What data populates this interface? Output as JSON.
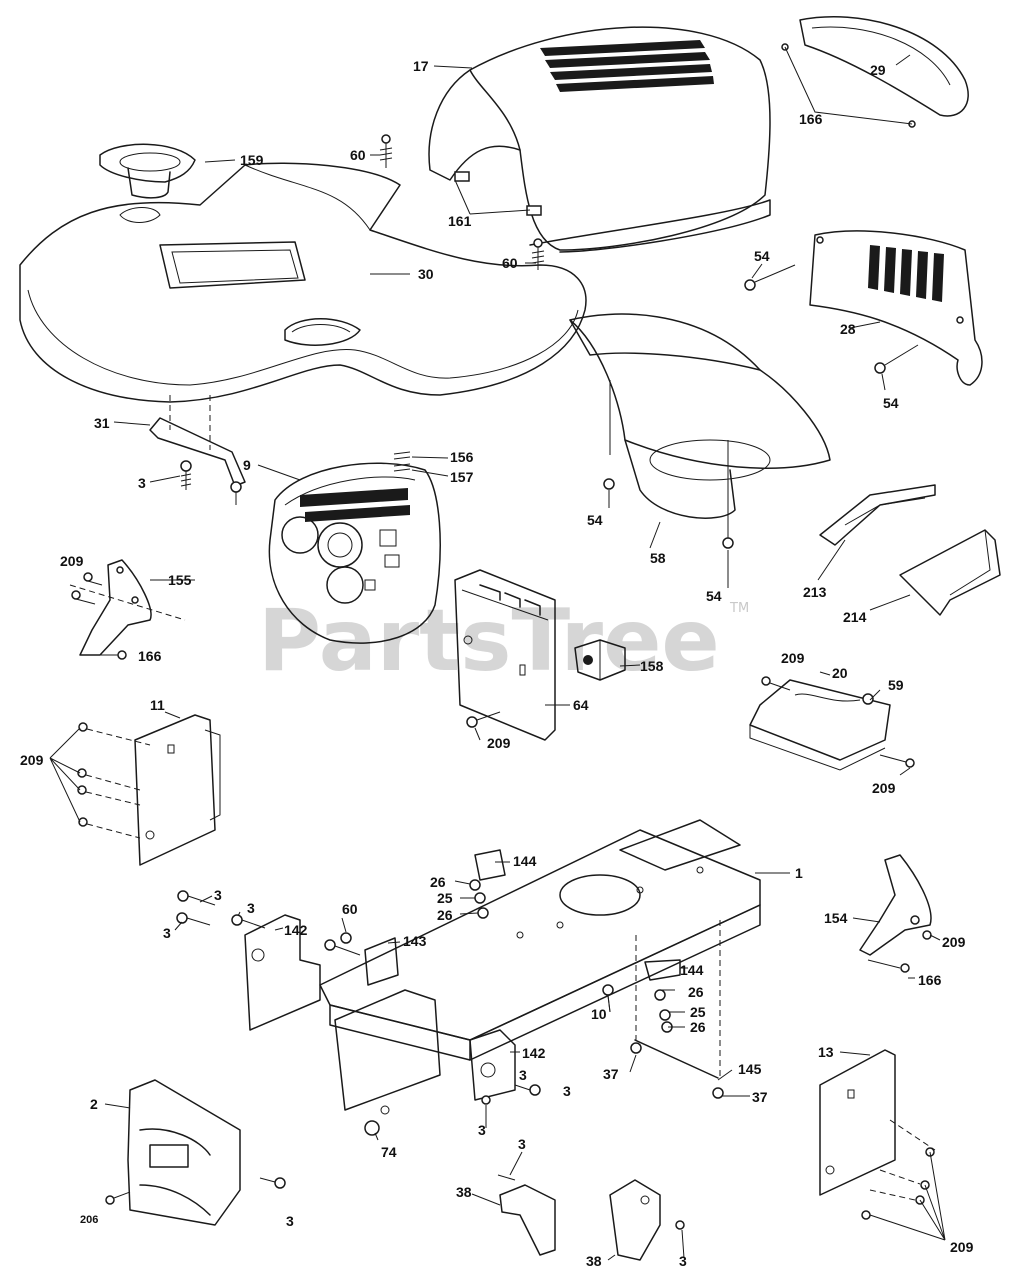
{
  "watermark": {
    "text": "PartsTree",
    "trademark": "TM"
  },
  "callouts": {
    "c17": "17",
    "c29": "29",
    "c166a": "166",
    "c159": "159",
    "c60a": "60",
    "c161": "161",
    "c60b": "60",
    "c30": "30",
    "c54a": "54",
    "c28": "28",
    "c54b": "54",
    "c31": "31",
    "c3a": "3",
    "c9": "9",
    "c156": "156",
    "c157": "157",
    "c54c": "54",
    "c58": "58",
    "c54d": "54",
    "c213": "213",
    "c214": "214",
    "c209a": "209",
    "c155": "155",
    "c166b": "166",
    "c158": "158",
    "c64": "64",
    "c209b": "209",
    "c209c": "209",
    "c20": "20",
    "c59": "59",
    "c209d": "209",
    "c11": "11",
    "c209e": "209",
    "c144a": "144",
    "c26a": "26",
    "c25a": "25",
    "c26b": "26",
    "c1": "1",
    "c3b": "3",
    "c3c": "3",
    "c3d": "3",
    "c60c": "60",
    "c143": "143",
    "c142a": "142",
    "c154": "154",
    "c209f": "209",
    "c166c": "166",
    "c144b": "144",
    "c26c": "26",
    "c10": "10",
    "c25b": "25",
    "c26d": "26",
    "c142b": "142",
    "c3e": "3",
    "c3f": "3",
    "c37a": "37",
    "c145": "145",
    "c37b": "37",
    "c13": "13",
    "c2": "2",
    "c3g": "3",
    "c74": "74",
    "c3h": "3",
    "c206": "206",
    "c3i": "3",
    "c38a": "38",
    "c38b": "38",
    "c3j": "3",
    "c209g": "209"
  }
}
